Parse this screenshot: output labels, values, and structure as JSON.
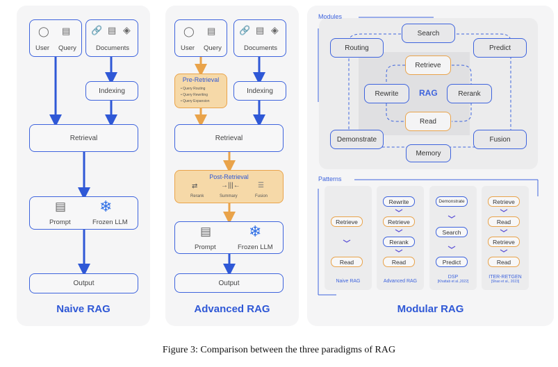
{
  "naive": {
    "title": "Naive RAG",
    "user": "User",
    "query": "Query",
    "documents": "Documents",
    "indexing": "Indexing",
    "retrieval": "Retrieval",
    "prompt": "Prompt",
    "frozen_llm": "Frozen LLM",
    "output": "Output"
  },
  "advanced": {
    "title": "Advanced RAG",
    "user": "User",
    "query": "Query",
    "documents": "Documents",
    "indexing": "Indexing",
    "pre_retrieval": {
      "title": "Pre-Retrieval",
      "items": [
        "Query Routing",
        "Query Rewriting",
        "Query Expansion"
      ]
    },
    "retrieval": "Retrieval",
    "post_retrieval": {
      "title": "Post-Retrieval",
      "items": [
        "Rerank",
        "Summary",
        "Fusion"
      ]
    },
    "prompt": "Prompt",
    "frozen_llm": "Frozen LLM",
    "output": "Output"
  },
  "modular": {
    "title": "Modular RAG",
    "modules_label": "Modules",
    "modules": {
      "outer": [
        "Search",
        "Routing",
        "Predict",
        "Demonstrate",
        "Fusion",
        "Memory"
      ],
      "inner": [
        "Retrieve",
        "Rewrite",
        "Rerank",
        "Read"
      ],
      "center": "RAG"
    },
    "patterns_label": "Patterns",
    "patterns": [
      {
        "name": "Naive RAG",
        "ref": "",
        "steps": [
          "Retrieve",
          "Read"
        ]
      },
      {
        "name": "Advanced RAG",
        "ref": "",
        "steps": [
          "Rewrite",
          "Retrieve",
          "Rerank",
          "Read"
        ]
      },
      {
        "name": "DSP",
        "ref": "[Khattab et al.,2022]",
        "steps": [
          "Demonstrate",
          "Search",
          "Predict"
        ]
      },
      {
        "name": "ITER-RETGEN",
        "ref": "[Shao et al., 2023]",
        "steps": [
          "Retrieve",
          "Read",
          "Retrieve",
          "Read"
        ]
      }
    ]
  },
  "caption": "Figure 3: Comparison between the three paradigms of RAG",
  "colors": {
    "blue": "#3d63dd",
    "orange": "#e9a34a",
    "orange_fill": "#f6d9a8",
    "panel": "#f5f5f6"
  }
}
